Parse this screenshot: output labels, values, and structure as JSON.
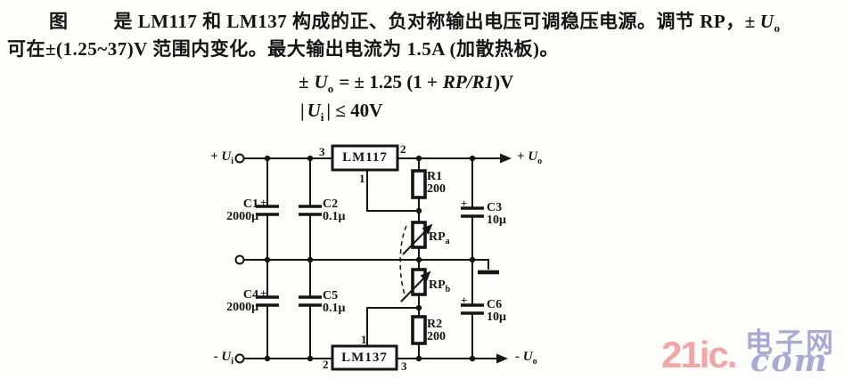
{
  "description": {
    "fig_label": "图",
    "line1_main": "是 LM117 和 LM137 构成的正、负对称输出电压可调稳压电源。调节 RP，±",
    "line1_var": "U",
    "line1_var_sub": "o",
    "line2": "可在±(1.25~37)V 范围内变化。最大输出电流为 1.5A (加散热板)。"
  },
  "formulas": {
    "f1": {
      "lead": "±",
      "var": "U",
      "sub": "o",
      "eq": "= ± 1.25 (1 +",
      "ratio": "RP/R1",
      "close": ")V"
    },
    "f2": {
      "open": "|",
      "var": "U",
      "sub": "i",
      "close": "| ≤ 40V"
    }
  },
  "circuit": {
    "terminals": {
      "pos_in": {
        "sign": "+",
        "var": "U",
        "sub": "i"
      },
      "neg_in": {
        "sign": "-",
        "var": "U",
        "sub": "i"
      },
      "pos_out": {
        "sign": "+",
        "var": "U",
        "sub": "o"
      },
      "neg_out": {
        "sign": "-",
        "var": "U",
        "sub": "o"
      }
    },
    "ics": {
      "lm117": {
        "label": "LM117",
        "pin_in": "3",
        "pin_out": "2",
        "pin_adj": "1"
      },
      "lm137": {
        "label": "LM137",
        "pin_in": "2",
        "pin_out": "3",
        "pin_adj": "1"
      }
    },
    "capacitors": {
      "c1": {
        "name": "C1",
        "value": "2000μ",
        "polarity": "+"
      },
      "c2": {
        "name": "C2",
        "value": "0.1μ"
      },
      "c3": {
        "name": "C3",
        "value": "10μ",
        "polarity": "+"
      },
      "c4": {
        "name": "C4",
        "value": "2000μ",
        "polarity": "+"
      },
      "c5": {
        "name": "C5",
        "value": "0.1μ"
      },
      "c6": {
        "name": "C6",
        "value": "10μ",
        "polarity": "+"
      }
    },
    "resistors": {
      "r1": {
        "name": "R1",
        "value": "200"
      },
      "r2": {
        "name": "R2",
        "value": "200"
      }
    },
    "potentiometers": {
      "rpa": {
        "name": "RP",
        "sub": "a"
      },
      "rpb": {
        "name": "RP",
        "sub": "b"
      }
    }
  },
  "watermark": {
    "brand": "21ic.",
    "site_cn": "电子网",
    "tld": "com",
    "brand_color": "#f2a6a6",
    "cn_color": "#a9aad3"
  }
}
